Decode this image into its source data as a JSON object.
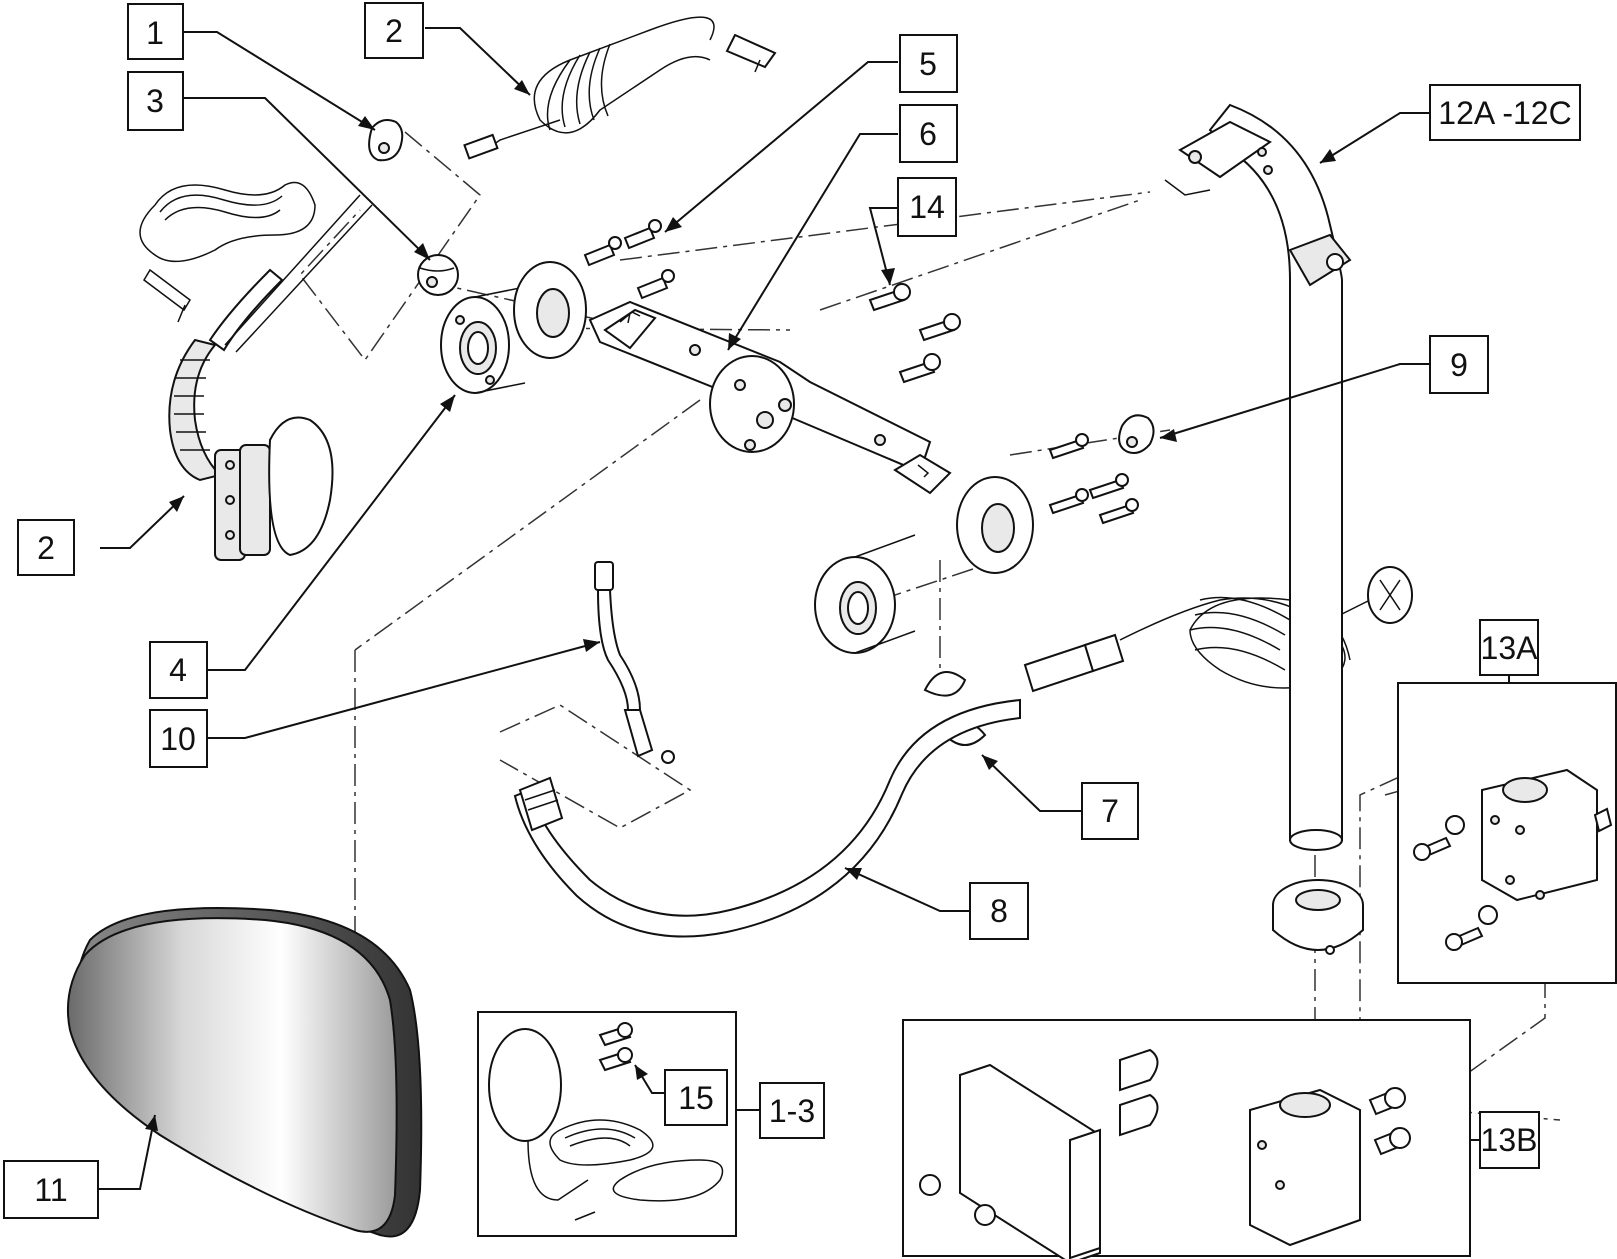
{
  "callouts": {
    "c1": "1",
    "c2_top": "2",
    "c2_left": "2",
    "c3": "3",
    "c4": "4",
    "c5": "5",
    "c6": "6",
    "c7": "7",
    "c8": "8",
    "c9": "9",
    "c10": "10",
    "c11": "11",
    "c12": "12A -12C",
    "c13a": "13A",
    "c13b": "13B",
    "c14": "14",
    "c15": "15",
    "c1_3": "1-3"
  }
}
